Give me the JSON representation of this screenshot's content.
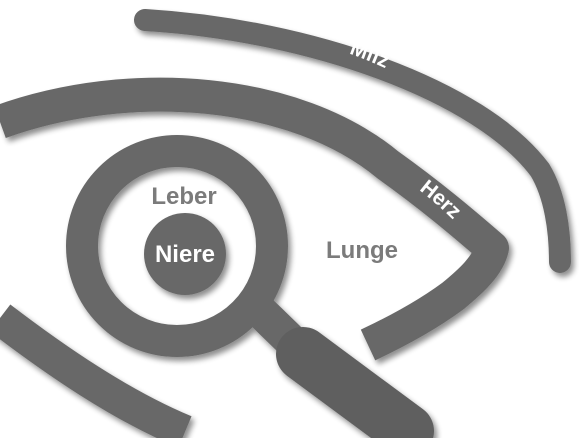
{
  "labels": {
    "center": "Niere",
    "inner_ring": "Leber",
    "eye_interior": "Lunge",
    "eye_outline": "Herz",
    "outer_arc": "Milz"
  },
  "colors": {
    "shape": "#686868",
    "shape_dark": "#5e5e5e",
    "label_gray": "#7b7b7b",
    "label_white": "#ffffff",
    "background": "#ffffff",
    "shadow": "#9a9a9a"
  },
  "icons": {
    "magnifier": "magnifying-glass-icon",
    "eye": "eye-outline-icon",
    "arc": "outer-arc-shape"
  }
}
